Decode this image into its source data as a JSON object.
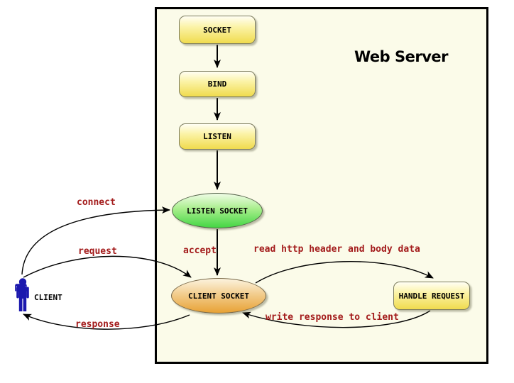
{
  "diagram": {
    "title": "Web Server",
    "nodes": [
      {
        "id": "socket",
        "label": "SOCKET",
        "shape": "rounded-rect",
        "color": "yellow"
      },
      {
        "id": "bind",
        "label": "BIND",
        "shape": "rounded-rect",
        "color": "yellow"
      },
      {
        "id": "listen",
        "label": "LISTEN",
        "shape": "rounded-rect",
        "color": "yellow"
      },
      {
        "id": "listen-socket",
        "label": "LISTEN SOCKET",
        "shape": "ellipse",
        "color": "green"
      },
      {
        "id": "client-socket",
        "label": "CLIENT SOCKET",
        "shape": "ellipse",
        "color": "orange"
      },
      {
        "id": "handle-request",
        "label": "HANDLE REQUEST",
        "shape": "rounded-rect",
        "color": "yellow"
      }
    ],
    "actor": {
      "label": "CLIENT"
    },
    "edges": {
      "accept": "accept",
      "connect": "connect",
      "request": "request",
      "response": "response",
      "read_request": "read http header and body data",
      "write_response": "write response to client"
    },
    "colors": {
      "server_box_background": "#fbfbe9",
      "server_box_border": "#000000",
      "process_yellow": "#f0db4e",
      "listen_socket_green": "#44d644",
      "client_socket_orange": "#e8a235",
      "edge_label_red": "#a31b1b",
      "client_figure_blue": "#1b18ae",
      "arrow_black": "#000000"
    }
  }
}
